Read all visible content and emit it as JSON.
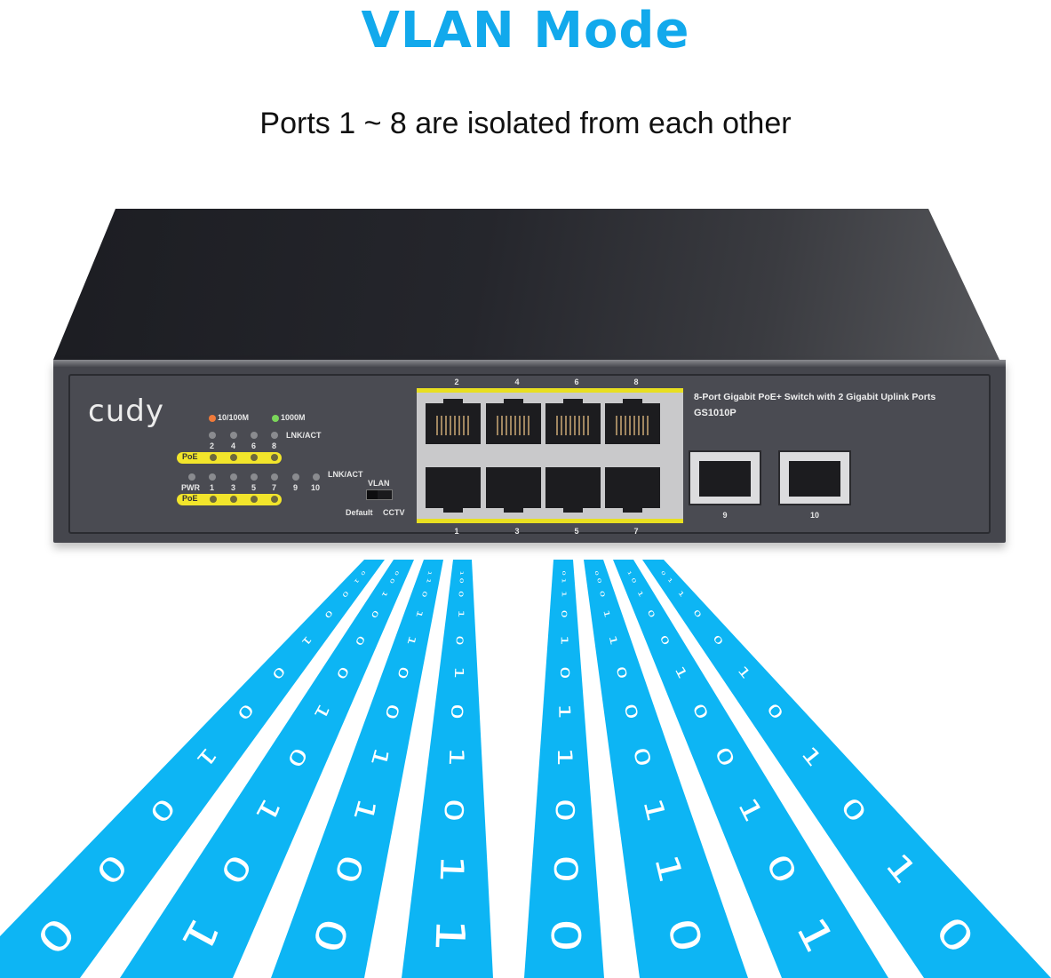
{
  "title": "VLAN Mode",
  "subtitle": "Ports 1 ~ 8 are isolated from each other",
  "colors": {
    "accent": "#12a9ec",
    "strip": "#0db5f4",
    "poe_yellow": "#f2e52b",
    "switch_body": "#45464d"
  },
  "switch": {
    "brand": "cudy",
    "description": "8-Port Gigabit PoE+ Switch with 2 Gigabit Uplink Ports",
    "model": "GS1010P",
    "legend": {
      "speed_low": "10/100M",
      "speed_high": "1000M",
      "speed_low_color": "#f07a3a",
      "speed_high_color": "#7bd65a"
    },
    "led_labels": {
      "lnk_act": "LNK/ACT",
      "poe": "PoE",
      "pwr": "PWR",
      "top_row": [
        "2",
        "4",
        "6",
        "8"
      ],
      "bottom_row": [
        "1",
        "3",
        "5",
        "7",
        "9",
        "10"
      ]
    },
    "vlan_switch": {
      "label": "VLAN",
      "left": "Default",
      "right": "CCTV"
    },
    "ports_top": [
      "2",
      "4",
      "6",
      "8"
    ],
    "ports_bottom": [
      "1",
      "3",
      "5",
      "7"
    ],
    "uplinks": [
      "9",
      "10"
    ]
  },
  "strips": [
    "00010010010",
    "10101000100",
    "00110011011",
    "11010101001",
    "00011010110",
    "01100011000",
    "10100100101",
    "01010100110"
  ]
}
